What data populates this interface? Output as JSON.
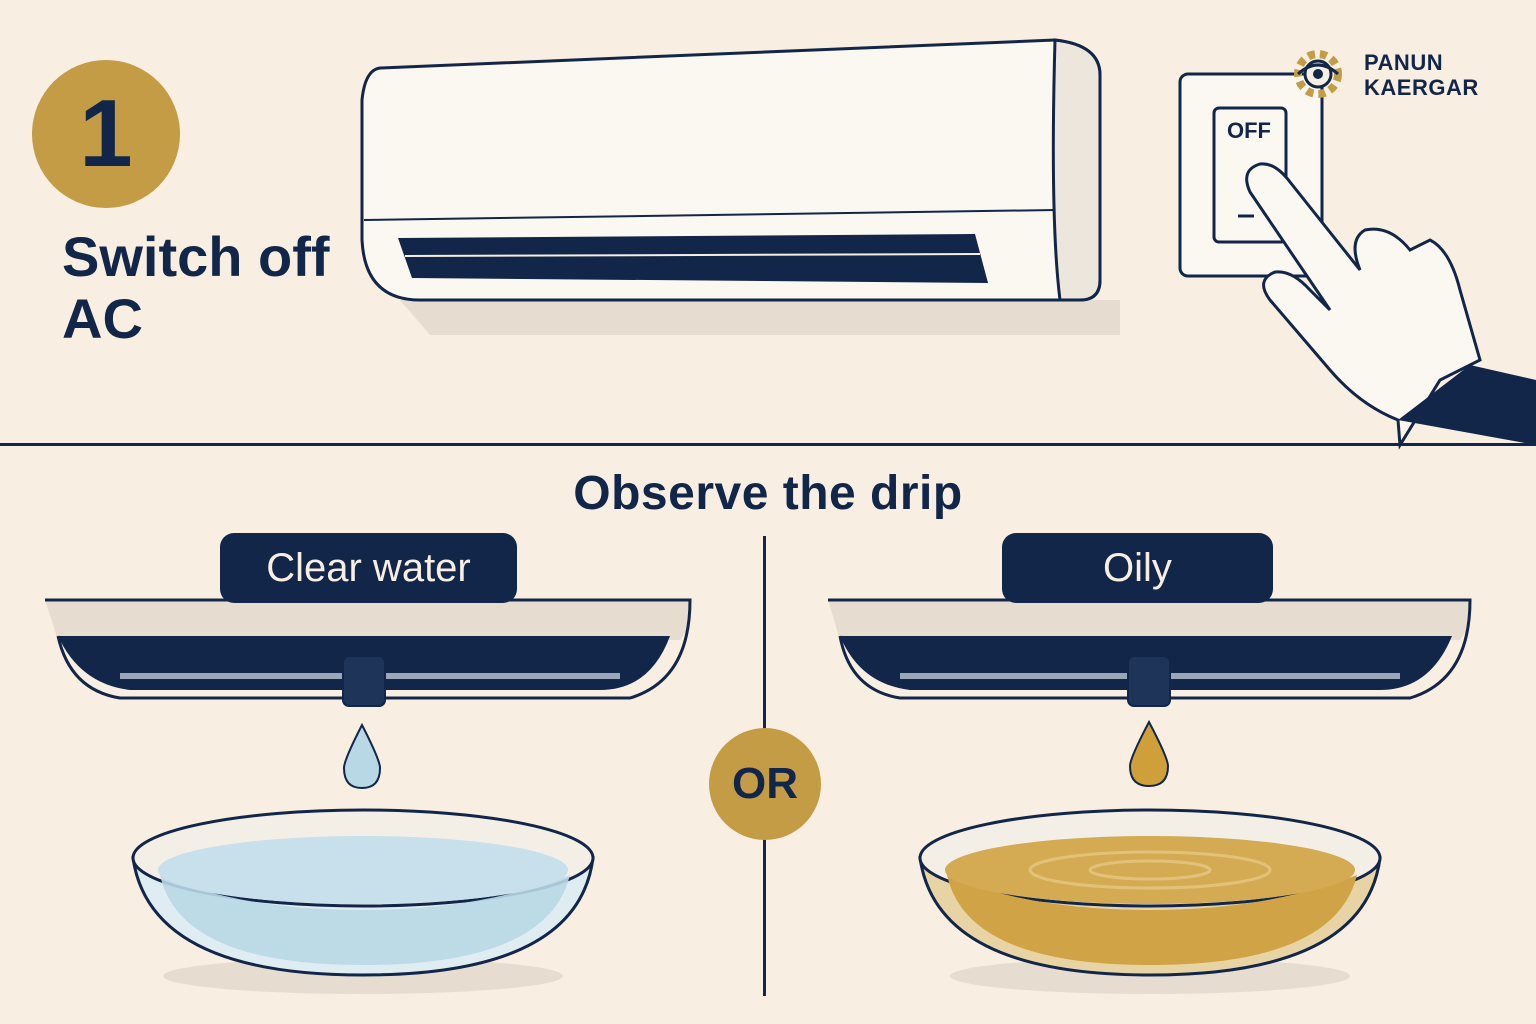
{
  "step": {
    "number": "1",
    "title_line1": "Switch off",
    "title_line2": "AC"
  },
  "switch": {
    "label": "OFF"
  },
  "brand": {
    "line1": "PANUN",
    "line2": "KAERGAR"
  },
  "observe": {
    "title": "Observe the drip"
  },
  "options": [
    {
      "label": "Clear water",
      "liquid_color": "#b9d8e6"
    },
    {
      "label": "Oily",
      "liquid_color": "#cf9f3a"
    }
  ],
  "separator": {
    "label": "OR"
  },
  "colors": {
    "navy": "#12264a",
    "gold": "#c49c45",
    "background": "#f8efe2"
  }
}
